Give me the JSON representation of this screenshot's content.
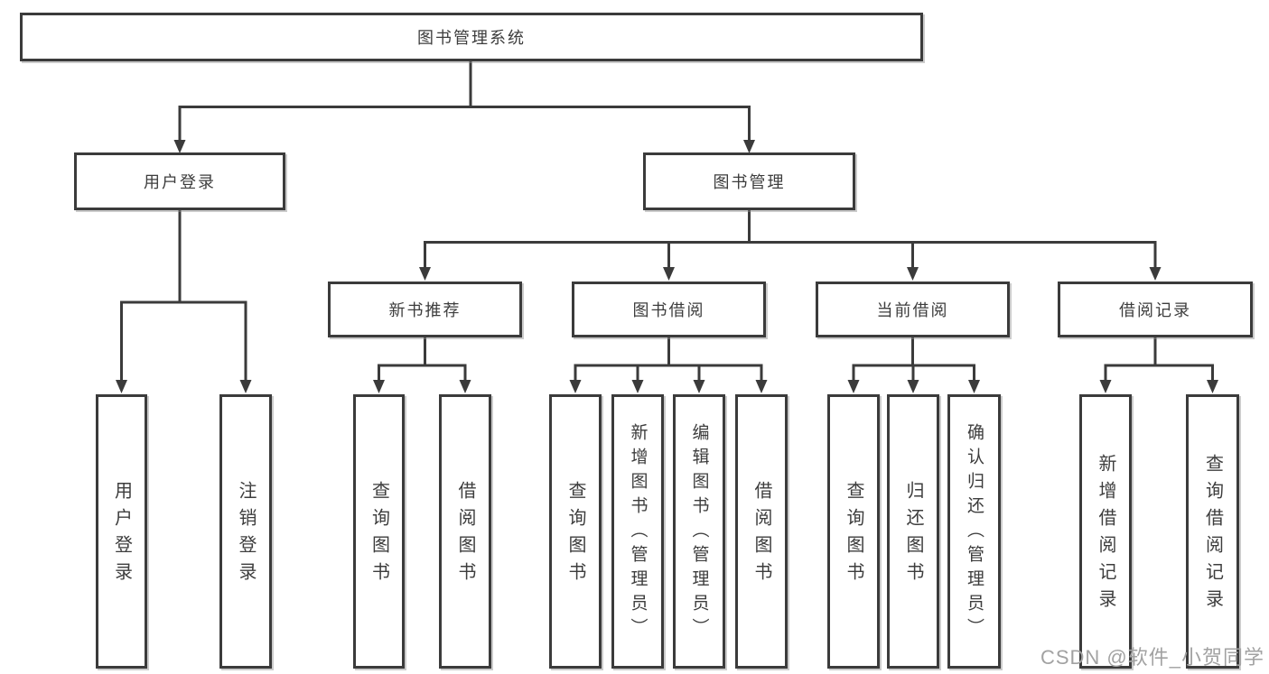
{
  "tree": {
    "label": "图书管理系统",
    "children": [
      {
        "label": "用户登录",
        "children": [
          {
            "label": "用户登录"
          },
          {
            "label": "注销登录"
          }
        ]
      },
      {
        "label": "图书管理",
        "children": [
          {
            "label": "新书推荐",
            "children": [
              {
                "label": "查询图书"
              },
              {
                "label": "借阅图书"
              }
            ]
          },
          {
            "label": "图书借阅",
            "children": [
              {
                "label": "查询图书"
              },
              {
                "label": "新增图书（管理员）"
              },
              {
                "label": "编辑图书（管理员）"
              },
              {
                "label": "借阅图书"
              }
            ]
          },
          {
            "label": "当前借阅",
            "children": [
              {
                "label": "查询图书"
              },
              {
                "label": "归还图书"
              },
              {
                "label": "确认归还（管理员）"
              }
            ]
          },
          {
            "label": "借阅记录",
            "children": [
              {
                "label": "新增借阅记录"
              },
              {
                "label": "查询借阅记录"
              }
            ]
          }
        ]
      }
    ]
  },
  "watermark": {
    "text": "CSDN @软件_小贺同学"
  },
  "colors": {
    "box_border": "#3b3b3b",
    "connector": "#3b3b3b",
    "text": "#3d3d3d",
    "watermark": "#a2a2a2",
    "background": "#ffffff"
  }
}
